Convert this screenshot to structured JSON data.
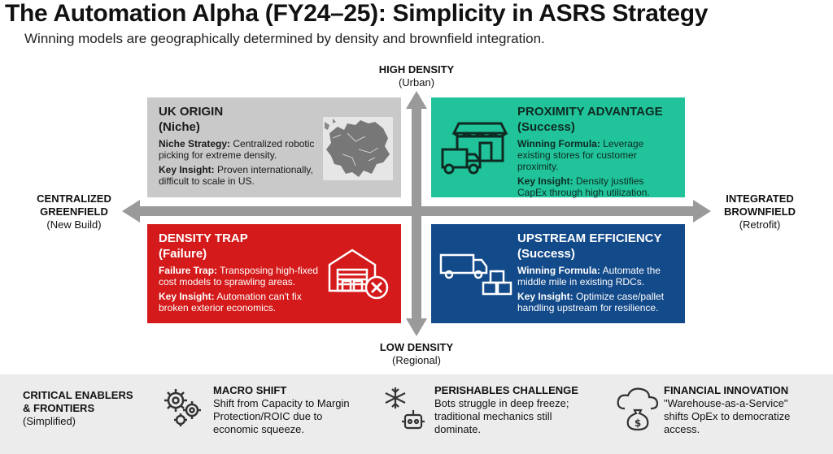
{
  "header": {
    "title": "The Automation Alpha (FY24–25): Simplicity in ASRS Strategy",
    "subtitle": "Winning models are geographically determined by density and brownfield integration."
  },
  "axes": {
    "top": {
      "main": "HIGH DENSITY",
      "sub": "(Urban)"
    },
    "bottom": {
      "main": "LOW DENSITY",
      "sub": "(Regional)"
    },
    "left": {
      "main1": "CENTRALIZED",
      "main2": "GREENFIELD",
      "sub": "(New Build)"
    },
    "right": {
      "main1": "INTEGRATED",
      "main2": "BROWNFIELD",
      "sub": "(Retrofit)"
    }
  },
  "quadrants": {
    "uk": {
      "title1": "UK ORIGIN",
      "title2": "(Niche)",
      "l1_label": "Niche Strategy:",
      "l1_text": " Centralized robotic picking for extreme density.",
      "l2_label": "Key Insight:",
      "l2_text": " Proven internationally, difficult to scale in US.",
      "icon": "europe-map-icon"
    },
    "proximity": {
      "title1": "PROXIMITY ADVANTAGE",
      "title2": "(Success)",
      "l1_label": "Winning Formula:",
      "l1_text": " Leverage existing stores for customer proximity.",
      "l2_label": "Key Insight:",
      "l2_text": " Density justifies CapEx through high utilization.",
      "icon": "store-truck-icon"
    },
    "trap": {
      "title1": "DENSITY TRAP",
      "title2": "(Failure)",
      "l1_label": "Failure Trap:",
      "l1_text": " Transposing high-fixed cost models to sprawling areas.",
      "l2_label": "Key Insight:",
      "l2_text": " Automation can't fix broken exterior economics.",
      "icon": "warehouse-cross-icon"
    },
    "upstream": {
      "title1": "UPSTREAM EFFICIENCY",
      "title2": "(Success)",
      "l1_label": "Winning Formula:",
      "l1_text": " Automate the middle mile in existing RDCs.",
      "l2_label": "Key Insight:",
      "l2_text": " Optimize case/pallet handling upstream for resilience.",
      "icon": "truck-boxes-icon"
    }
  },
  "footer": {
    "lead1": "CRITICAL ENABLERS",
    "lead2": "& FRONTIERS",
    "lead_sub": "(Simplified)",
    "items": [
      {
        "title": "MACRO SHIFT",
        "l1": "Shift from Capacity to Margin",
        "l2": "Protection/ROIC due to",
        "l3": "economic squeeze.",
        "icon": "gears-icon"
      },
      {
        "title": "PERISHABLES CHALLENGE",
        "l1": "Bots struggle in deep freeze;",
        "l2": "traditional mechanics still",
        "l3": "dominate.",
        "icon": "snowflake-robot-icon"
      },
      {
        "title": "FINANCIAL INNOVATION",
        "l1": "\"Warehouse-as-a-Service\"",
        "l2": "shifts OpEx to democratize",
        "l3": "access.",
        "icon": "cloud-moneybag-icon"
      }
    ]
  },
  "colors": {
    "uk": "#c9c9c9",
    "proximity": "#21c39a",
    "trap": "#d41a1a",
    "upstream": "#134a8a",
    "arrow": "#9a9a9a"
  }
}
